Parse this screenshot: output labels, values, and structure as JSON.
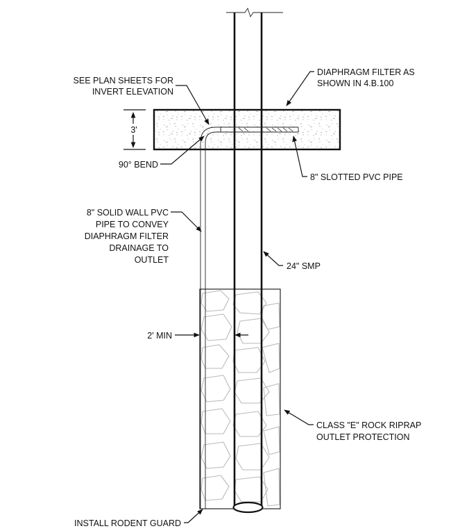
{
  "labels": {
    "plan_sheets_1": "SEE PLAN SHEETS FOR",
    "plan_sheets_2": "INVERT ELEVATION",
    "filter_1": "DIAPHRAGM FILTER AS",
    "filter_2": "SHOWN IN 4.B.100",
    "dim_3ft": "3'",
    "bend": "90° BEND",
    "slotted": "8\" SLOTTED PVC PIPE",
    "solid_1": "8\" SOLID WALL PVC",
    "solid_2": "PIPE TO CONVEY",
    "solid_3": "DIAPHRAGM FILTER",
    "solid_4": "DRAINAGE TO",
    "solid_5": "OUTLET",
    "smp": "24\" SMP",
    "min": "2' MIN",
    "riprap_1": "CLASS \"E\" ROCK RIPRAP",
    "riprap_2": "OUTLET PROTECTION",
    "rodent": "INSTALL RODENT GUARD"
  }
}
